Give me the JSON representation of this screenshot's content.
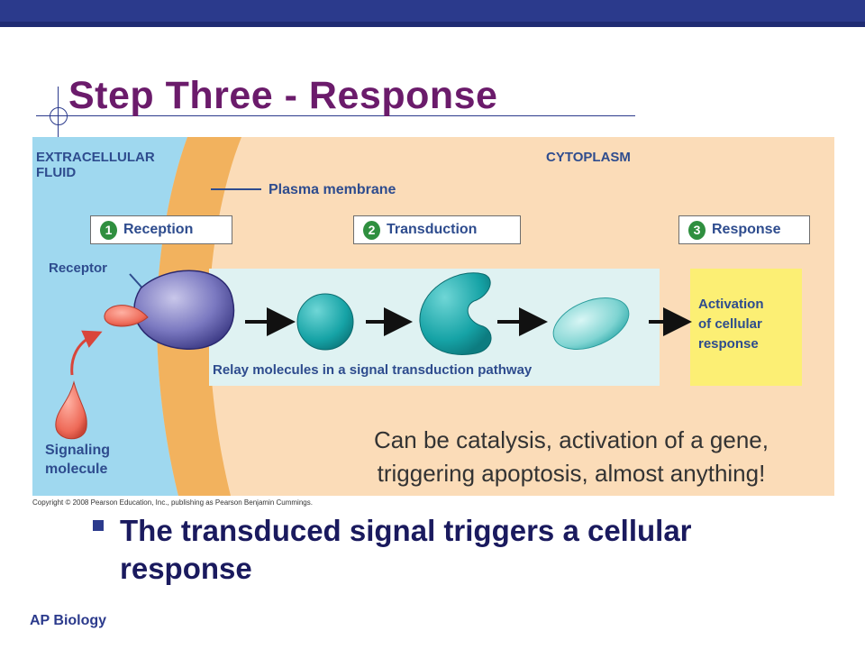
{
  "slide": {
    "title": "Step Three - Response",
    "footer": "AP Biology",
    "bullet": "The transduced signal triggers a cellular response",
    "copyright": "Copyright © 2008 Pearson Education, Inc., publishing as Pearson Benjamin Cummings.",
    "note_line1": "Can be catalysis, activation of a gene,",
    "note_line2": "triggering apoptosis, almost anything!"
  },
  "diagram": {
    "extracellular_line1": "EXTRACELLULAR",
    "extracellular_line2": "FLUID",
    "cytoplasm": "CYTOPLASM",
    "plasma_membrane": "Plasma membrane",
    "receptor": "Receptor",
    "signaling_line1": "Signaling",
    "signaling_line2": "molecule",
    "relay_caption": "Relay molecules in a signal transduction pathway",
    "response_line1": "Activation",
    "response_line2": "of cellular",
    "response_line3": "response",
    "steps": [
      {
        "num": "1",
        "label": "Reception"
      },
      {
        "num": "2",
        "label": "Transduction"
      },
      {
        "num": "3",
        "label": "Response"
      }
    ]
  },
  "colors": {
    "extracellular": "#9fd8ef",
    "membrane": "#f2b25e",
    "cytoplasm": "#fbdcb8",
    "relay_panel": "#dff2f2",
    "response_panel": "#fcef74",
    "title": "#6b1b6b",
    "label": "#2e4c8e",
    "step_circle": "#2f8f3f"
  }
}
